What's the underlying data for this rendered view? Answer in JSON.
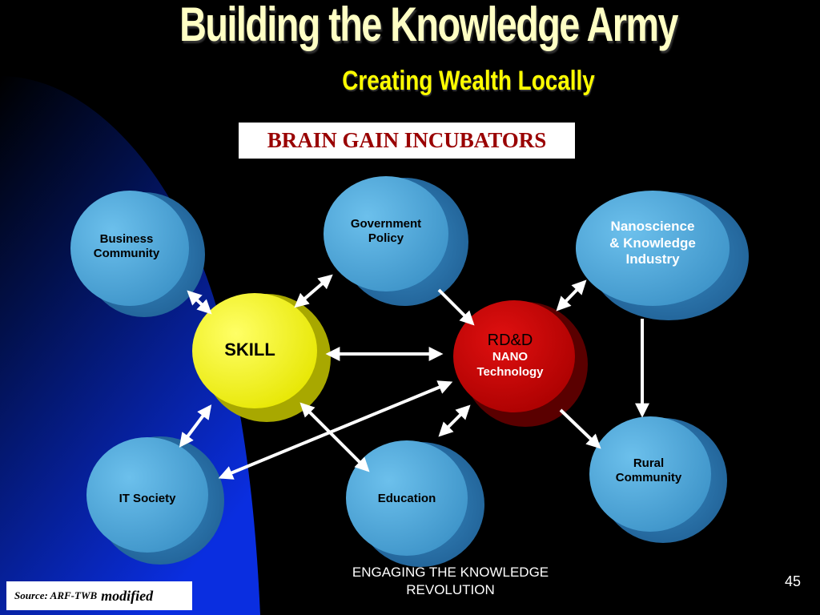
{
  "slide": {
    "title": "Building the Knowledge Army",
    "subtitle": "Creating Wealth Locally",
    "box_label": "BRAIN GAIN INCUBATORS",
    "footer_line1": "ENGAGING THE KNOWLEDGE",
    "footer_line2": "REVOLUTION",
    "page_number": "45",
    "source_prefix": "Source: ARF-TWB",
    "source_suffix": "modified"
  },
  "nodes": {
    "business": {
      "line1": "Business",
      "line2": "Community"
    },
    "government": {
      "line1": "Government",
      "line2": "Policy"
    },
    "nano_industry": {
      "line1": "Nanoscience",
      "line2": "& Knowledge",
      "line3": "Industry"
    },
    "skill": {
      "label": "SKILL"
    },
    "rdd": {
      "line1": "RD&D",
      "line2": "NANO",
      "line3": "Technology"
    },
    "it_society": {
      "label": "IT Society"
    },
    "education": {
      "label": "Education"
    },
    "rural": {
      "line1": "Rural",
      "line2": "Community"
    }
  },
  "colors": {
    "title": "#ffffc4",
    "subtitle": "#ffff00",
    "box_text": "#990000",
    "node_blue": "#4da6d9",
    "skill_yellow": "#ffff00",
    "rdd_red": "#cc0000",
    "arrow": "#ffffff"
  }
}
